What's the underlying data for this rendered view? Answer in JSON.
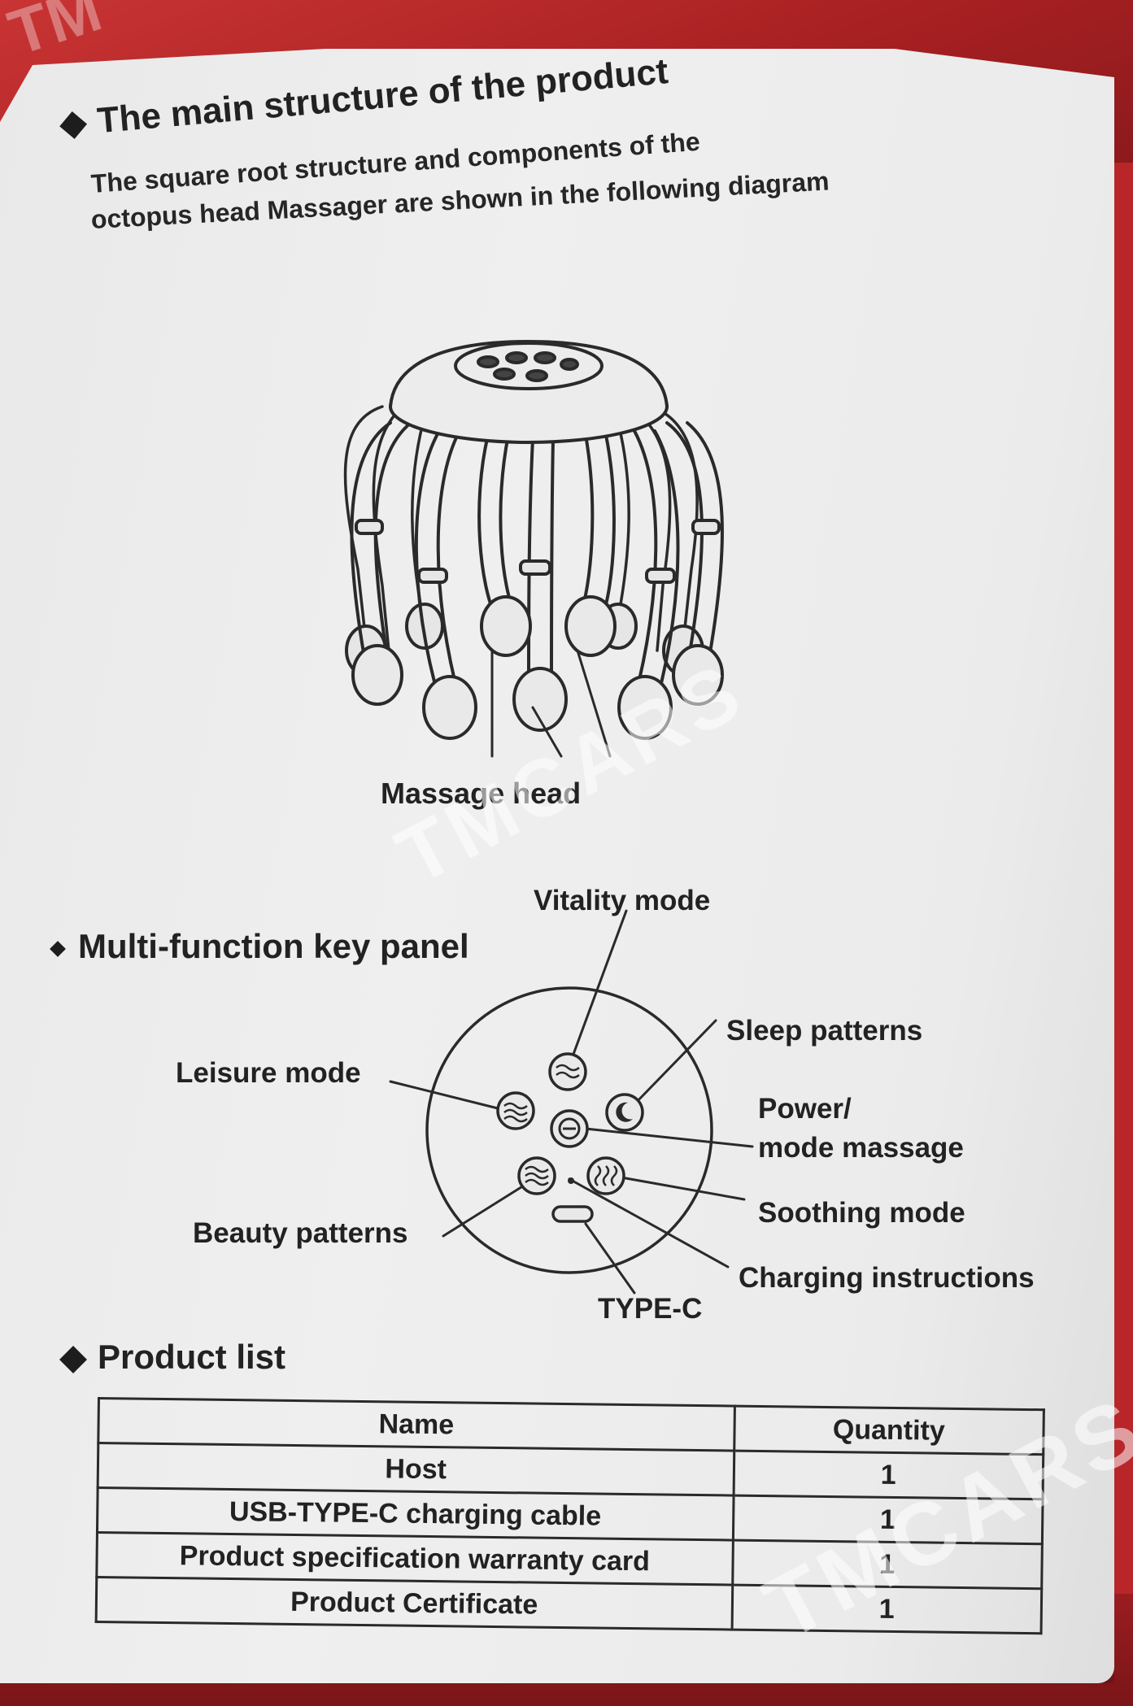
{
  "watermark": {
    "text": "TMCARS",
    "corner_fragment": "TM"
  },
  "section_structure": {
    "title": "The main structure of the product",
    "intro_line1": "The square root structure and components of the",
    "intro_line2": "octopus head Massager are shown in the following diagram",
    "callout": "Massage head"
  },
  "section_keypanel": {
    "title": "Multi-function key panel",
    "labels": {
      "vitality": "Vitality mode",
      "sleep": "Sleep patterns",
      "leisure": "Leisure mode",
      "power_line1": "Power/",
      "power_line2": "mode massage",
      "soothing": "Soothing mode",
      "beauty": "Beauty patterns",
      "charging": "Charging instructions",
      "typec": "TYPE-C"
    },
    "icons": [
      "vitality-wave-icon",
      "sleep-moon-icon",
      "power-icon",
      "leisure-wave-icon",
      "soothing-wave-icon",
      "beauty-wave-icon",
      "charging-led-icon",
      "usb-c-port-icon"
    ]
  },
  "section_products": {
    "title": "Product list",
    "headers": [
      "Name",
      "Quantity"
    ],
    "rows": [
      [
        "Host",
        "1"
      ],
      [
        "USB-TYPE-C charging cable",
        "1"
      ],
      [
        "Product specification warranty card",
        "1"
      ],
      [
        "Product Certificate",
        "1"
      ]
    ]
  },
  "colors": {
    "paper": "#ececec",
    "ink": "#222222",
    "background": "#b8262a"
  }
}
